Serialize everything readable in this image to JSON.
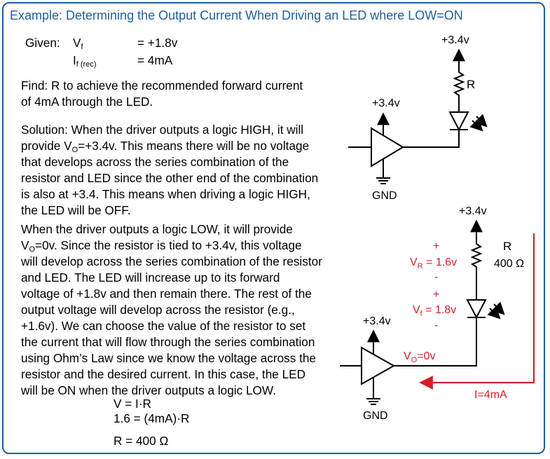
{
  "title": "Example: Determining the Output Current When Driving an LED where LOW=ON",
  "given": {
    "label": "Given:",
    "vf_sym": "V",
    "vf_sub": "f",
    "vf_val": "= +1.8v",
    "if_sym": "I",
    "if_sub": "f (rec)",
    "if_val": "= 4mA"
  },
  "find": {
    "line1": "Find: R to achieve the recommended forward current",
    "line2": "of 4mA through the LED."
  },
  "solution1": {
    "line1": "Solution:  When the driver outputs a logic HIGH, it will",
    "line2_a": "provide V",
    "line2_sub": "O",
    "line2_b": "=+3.4v. This means there will be no voltage",
    "line3": "that develops across the series combination of the",
    "line4": "resistor and LED since the other end of the combination",
    "line5": "is also at +3.4.  This means when driving a logic HIGH,",
    "line6": "the LED will be OFF."
  },
  "solution2": {
    "line1": "When the driver outputs a logic LOW, it will provide",
    "line2_a": "V",
    "line2_sub": "O",
    "line2_b": "=0v.  Since the resistor is tied to +3.4v, this voltage",
    "line3": "will develop across the series combination of the resistor",
    "line4": "and LED.  The LED will increase up to its forward",
    "line5": "voltage of +1.8v and then remain there.  The rest of the",
    "line6": "output voltage will develop across the resistor (e.g.,",
    "line7": "+1.6v). We can choose the value of the resistor to set",
    "line8": "the current that will flow through the series combination",
    "line9": "using Ohm’s Law since we know the voltage across the",
    "line10": "resistor and the desired current.  In this case, the LED",
    "line11": "will be ON when the driver outputs a logic LOW."
  },
  "equations": {
    "eq1": "V = I·R",
    "eq2": "1.6 = (4mA)·R",
    "eq3": "R = 400 Ω"
  },
  "circuit_top": {
    "supply_top": "+3.4v",
    "resistor": "R",
    "driver_supply": "+3.4v",
    "ground": "GND"
  },
  "circuit_bottom": {
    "supply_top": "+3.4v",
    "resistor": "R",
    "resistor_value": "400 Ω",
    "vr_plus": "+",
    "vr_label": "V",
    "vr_sub": "R",
    "vr_val": " = 1.6v",
    "vr_minus": "-",
    "vf_plus": "+",
    "vf_label": "V",
    "vf_sub": "f",
    "vf_val": " = 1.8v",
    "vf_minus": "-",
    "driver_supply": "+3.4v",
    "vo_label": "V",
    "vo_sub": "O",
    "vo_val": "=0v",
    "current": "I=4mA",
    "ground": "GND"
  },
  "colors": {
    "title": "#1f5f9c",
    "annotation": "#d0202a",
    "wire": "#000000"
  }
}
